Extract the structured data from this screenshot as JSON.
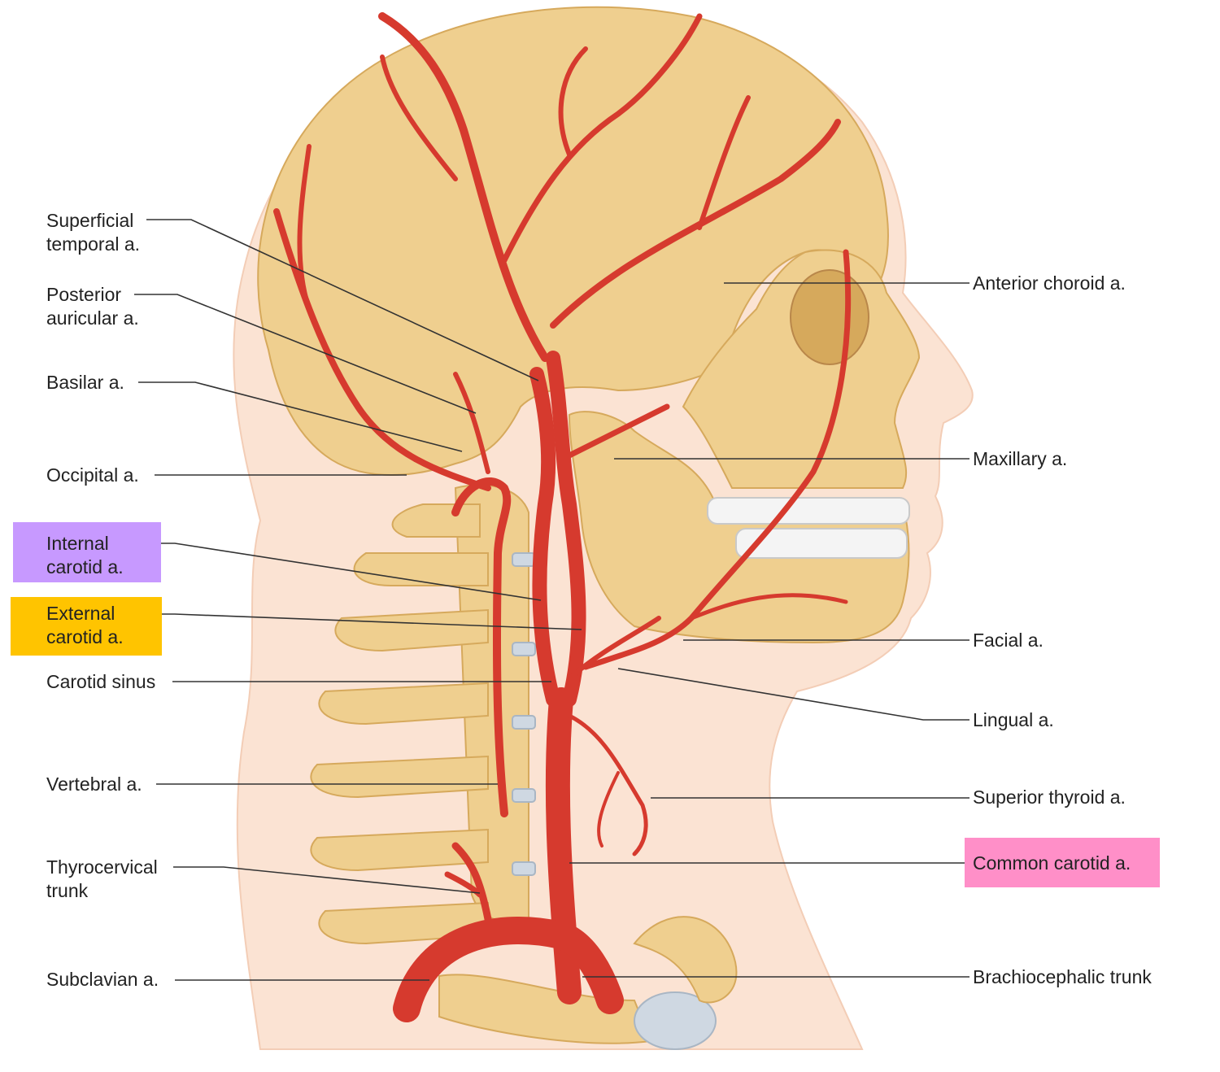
{
  "colors": {
    "skin": "#fbe3d3",
    "skin_edge": "#f3cdb6",
    "bone": "#efcf8f",
    "bone_shadow": "#d6a95c",
    "bone_dark": "#b9874a",
    "artery": "#d63a2e",
    "artery_dark": "#a8221a",
    "teeth": "#f4f4f4",
    "cartilage": "#cfd8e2",
    "leader": "#333333",
    "highlight_internal": "#c799ff",
    "highlight_external": "#ffc400",
    "highlight_common": "#ff8fc8"
  },
  "labels": {
    "superficial_temporal": {
      "line1": "Superficial",
      "line2": "temporal a."
    },
    "posterior_auricular": {
      "line1": "Posterior",
      "line2": "auricular a."
    },
    "basilar": {
      "line1": "Basilar a."
    },
    "occipital": {
      "line1": "Occipital a."
    },
    "internal_carotid": {
      "line1": "Internal",
      "line2": "carotid a."
    },
    "external_carotid": {
      "line1": "External",
      "line2": "carotid a."
    },
    "carotid_sinus": {
      "line1": "Carotid sinus"
    },
    "vertebral": {
      "line1": "Vertebral a."
    },
    "thyrocervical": {
      "line1": "Thyrocervical",
      "line2": "trunk"
    },
    "subclavian": {
      "line1": "Subclavian a."
    },
    "anterior_choroid": {
      "line1": "Anterior choroid a."
    },
    "maxillary": {
      "line1": "Maxillary a."
    },
    "facial": {
      "line1": "Facial a."
    },
    "lingual": {
      "line1": "Lingual a."
    },
    "superior_thyroid": {
      "line1": "Superior thyroid a."
    },
    "common_carotid": {
      "line1": "Common carotid a."
    },
    "brachiocephalic": {
      "line1": "Brachiocephalic trunk"
    }
  }
}
